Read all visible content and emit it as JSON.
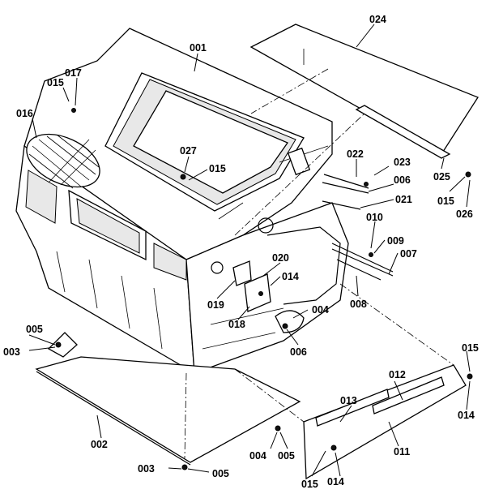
{
  "diagram": {
    "type": "exploded-parts-view",
    "callouts": {
      "p001": "001",
      "p002": "002",
      "p003": "003",
      "p004": "004",
      "p005": "005",
      "p006": "006",
      "p007": "007",
      "p008": "008",
      "p009": "009",
      "p010": "010",
      "p011": "011",
      "p012": "012",
      "p013": "013",
      "p014": "014",
      "p015": "015",
      "p016": "016",
      "p017": "017",
      "p018": "018",
      "p019": "019",
      "p020": "020",
      "p021": "021",
      "p022": "022",
      "p023": "023",
      "p024": "024",
      "p025": "025",
      "p026": "026",
      "p027": "027"
    }
  }
}
